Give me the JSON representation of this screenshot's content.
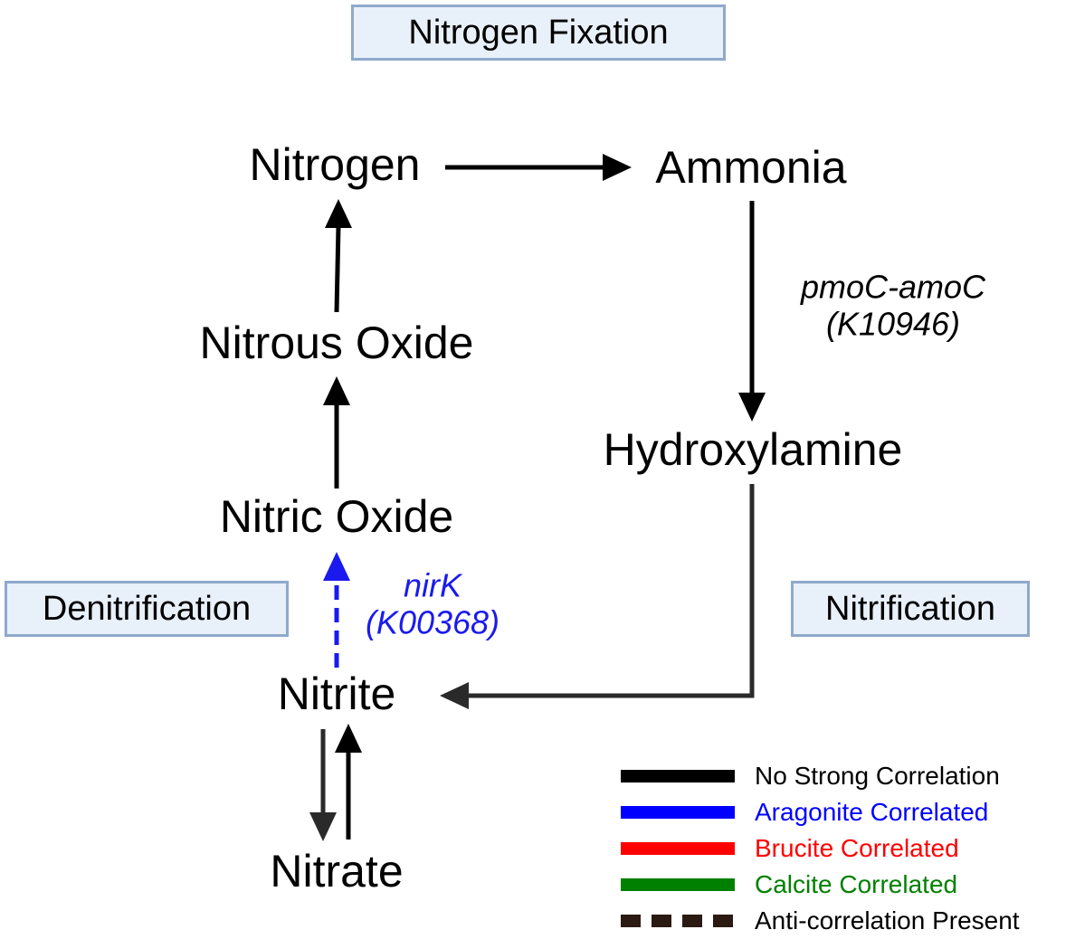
{
  "processes": {
    "fixation": "Nitrogen Fixation",
    "denitrification": "Denitrification",
    "nitrification": "Nitrification"
  },
  "nodes": {
    "nitrogen": "Nitrogen",
    "ammonia": "Ammonia",
    "nitrous_oxide": "Nitrous Oxide",
    "hydroxylamine": "Hydroxylamine",
    "nitric_oxide": "Nitric Oxide",
    "nitrite": "Nitrite",
    "nitrate": "Nitrate"
  },
  "genes": {
    "pmoc": {
      "name": "pmoC-amoC",
      "ko": "(K10946)",
      "color": "#000000"
    },
    "nirk": {
      "name": "nirK",
      "ko": "(K00368)",
      "color": "#1a1aee"
    }
  },
  "legend": [
    {
      "label": "No Strong Correlation",
      "color": "#000000",
      "style": "solid"
    },
    {
      "label": "Aragonite Correlated",
      "color": "#0000ff",
      "style": "solid"
    },
    {
      "label": "Brucite Correlated",
      "color": "#ff0000",
      "style": "solid"
    },
    {
      "label": "Calcite Correlated",
      "color": "#008000",
      "style": "solid"
    },
    {
      "label": "Anti-correlation Present",
      "color": "#2b1a12",
      "style": "dashed"
    }
  ]
}
